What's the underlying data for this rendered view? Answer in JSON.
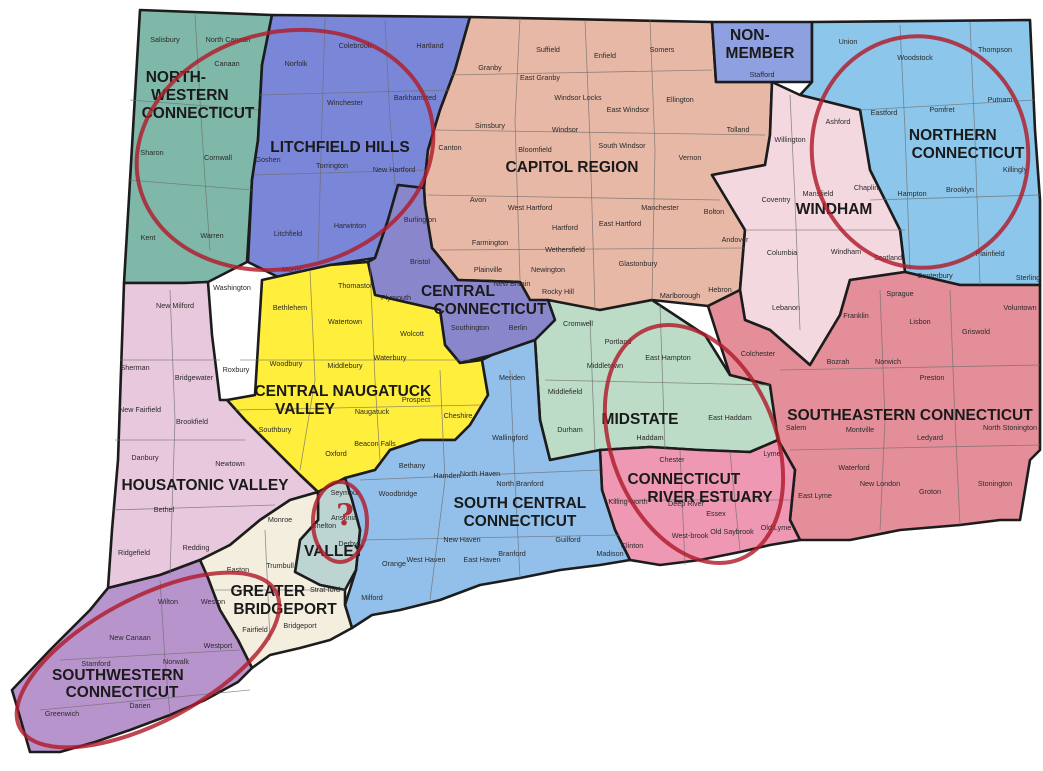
{
  "regions": {
    "northwestern": {
      "label_lines": [
        "NORTH-",
        "WESTERN",
        "CONNECTICUT"
      ],
      "color": "#7fb8a8"
    },
    "litchfield": {
      "label_lines": [
        "LITCHFIELD HILLS"
      ],
      "color": "#7a86d8"
    },
    "capitol": {
      "label_lines": [
        "CAPITOL REGION"
      ],
      "color": "#e8b8a6"
    },
    "nonmember": {
      "label_lines": [
        "NON-",
        "MEMBER"
      ],
      "color": "#8ea0e0"
    },
    "windham": {
      "label_lines": [
        "WINDHAM"
      ],
      "color": "#f4d8e0"
    },
    "northern": {
      "label_lines": [
        "NORTHERN",
        "CONNECTICUT"
      ],
      "color": "#8cc6ea"
    },
    "central": {
      "label_lines": [
        "CENTRAL",
        "CONNECTICUT"
      ],
      "color": "#8a86cc"
    },
    "naugatuck": {
      "label_lines": [
        "CENTRAL NAUGATUCK",
        "VALLEY"
      ],
      "color": "#ffee3c"
    },
    "housatonic": {
      "label_lines": [
        "HOUSATONIC VALLEY"
      ],
      "color": "#e8c8dc"
    },
    "midstate": {
      "label_lines": [
        "MIDSTATE"
      ],
      "color": "#bcdcc8"
    },
    "southeastern": {
      "label_lines": [
        "SOUTHEASTERN CONNECTICUT"
      ],
      "color": "#e38e98"
    },
    "estuary": {
      "label_lines": [
        "CONNECTICUT",
        "RIVER ESTUARY"
      ],
      "color": "#ef98b4"
    },
    "southcentral": {
      "label_lines": [
        "SOUTH CENTRAL",
        "CONNECTICUT"
      ],
      "color": "#92c0ea"
    },
    "valley": {
      "label_lines": [
        "VALLEY"
      ],
      "color": "#bcd4d2"
    },
    "bridgeport": {
      "label_lines": [
        "GREATER",
        "BRIDGEPORT"
      ],
      "color": "#f3eedd"
    },
    "southwestern": {
      "label_lines": [
        "SOUTHWESTERN",
        "CONNECTICUT"
      ],
      "color": "#b894cc"
    }
  },
  "towns": {
    "salisbury": "Salisbury",
    "north_canaan": "North Canaan",
    "canaan": "Canaan",
    "sharon": "Sharon",
    "cornwall": "Cornwall",
    "kent": "Kent",
    "warren": "Warren",
    "washington": "Washington",
    "roxbury": "Roxbury",
    "colebrook": "Colebrook",
    "hartland": "Hartland",
    "norfolk": "Norfolk",
    "winchester": "Winchester",
    "barkhamsted": "Barkhamsted",
    "goshen": "Goshen",
    "torrington": "Torrington",
    "new_hartford": "New Hartford",
    "litchfield": "Litchfield",
    "harwinton": "Harwinton",
    "morris": "Morris",
    "suffield": "Suffield",
    "enfield": "Enfield",
    "somers": "Somers",
    "granby": "Granby",
    "east_granby": "East Granby",
    "windsor_locks": "Windsor Locks",
    "east_windsor": "East Windsor",
    "ellington": "Ellington",
    "simsbury": "Simsbury",
    "windsor": "Windsor",
    "bloomfield": "Bloomfield",
    "south_windsor": "South Windsor",
    "tolland": "Tolland",
    "canton": "Canton",
    "vernon": "Vernon",
    "avon": "Avon",
    "west_hartford": "West Hartford",
    "manchester": "Manchester",
    "bolton": "Bolton",
    "farmington": "Farmington",
    "hartford": "Hartford",
    "east_hartford": "East Hartford",
    "andover": "Andover",
    "wethersfield": "Wethersfield",
    "glastonbury": "Glastonbury",
    "newington": "Newington",
    "rocky_hill": "Rocky Hill",
    "marlborough": "Marlborough",
    "hebron": "Hebron",
    "stafford": "Stafford",
    "union": "Union",
    "woodstock": "Woodstock",
    "thompson": "Thompson",
    "putnam": "Putnam",
    "pomfret": "Pomfret",
    "eastford": "Eastford",
    "killingly": "Killingly",
    "brooklyn": "Brooklyn",
    "plainfield": "Plainfield",
    "sterling": "Sterling",
    "canterbury": "Canterbury",
    "willington": "Willington",
    "ashford": "Ashford",
    "mansfield": "Mansfield",
    "chaplin": "Chaplin",
    "hampton": "Hampton",
    "coventry": "Coventry",
    "columbia": "Columbia",
    "windham": "Windham",
    "scotland": "Scotland",
    "lebanon": "Lebanon",
    "burlington": "Burlington",
    "bristol": "Bristol",
    "plainville": "Plainville",
    "new_britain": "New Britain",
    "plymouth": "Plymouth",
    "southington": "Southington",
    "berlin": "Berlin",
    "thomaston": "Thomaston",
    "bethlehem": "Bethlehem",
    "watertown": "Watertown",
    "wolcott": "Wolcott",
    "woodbury": "Woodbury",
    "middlebury": "Middlebury",
    "waterbury": "Waterbury",
    "naugatuck": "Naugatuck",
    "prospect": "Prospect",
    "cheshire": "Cheshire",
    "southbury": "Southbury",
    "oxford": "Oxford",
    "beacon_falls": "Beacon Falls",
    "new_milford": "New Milford",
    "sherman": "Sherman",
    "bridgewater": "Bridgewater",
    "new_fairfield": "New Fairfield",
    "brookfield": "Brookfield",
    "danbury": "Danbury",
    "newtown": "Newtown",
    "bethel": "Bethel",
    "redding": "Redding",
    "ridgefield": "Ridgefield",
    "cromwell": "Cromwell",
    "portland": "Portland",
    "east_hampton": "East Hampton",
    "middletown": "Middletown",
    "middlefield": "Middlefield",
    "durham": "Durham",
    "haddam": "Haddam",
    "east_haddam": "East Haddam",
    "sprague": "Sprague",
    "voluntown": "Voluntown",
    "franklin": "Franklin",
    "lisbon": "Lisbon",
    "griswold": "Griswold",
    "colchester": "Colchester",
    "bozrah": "Bozrah",
    "norwich": "Norwich",
    "preston": "Preston",
    "salem": "Salem",
    "montville": "Montville",
    "ledyard": "Ledyard",
    "north_stonington": "North Stonington",
    "waterford": "Waterford",
    "new_london": "New London",
    "groton": "Groton",
    "stonington": "Stonington",
    "east_lyme": "East Lyme",
    "lyme": "Lyme",
    "chester": "Chester",
    "deep_river": "Deep River",
    "killingworth": "Killing-worth",
    "essex": "Essex",
    "clinton": "Clinton",
    "westbrook": "West-brook",
    "old_saybrook": "Old Saybrook",
    "old_lyme": "Old Lyme",
    "meriden": "Meriden",
    "wallingford": "Wallingford",
    "bethany": "Bethany",
    "hamden": "Hamden",
    "north_haven": "North Haven",
    "woodbridge": "Woodbridge",
    "north_branford": "North Branford",
    "orange": "Orange",
    "west_haven": "West Haven",
    "new_haven": "New Haven",
    "east_haven": "East Haven",
    "branford": "Branford",
    "guilford": "Guilford",
    "madison": "Madison",
    "milford": "Milford",
    "seymour": "Seymour",
    "ansonia": "Ansonia",
    "derby": "Derby",
    "shelton": "Shelton",
    "monroe": "Monroe",
    "easton": "Easton",
    "trumbull": "Trumbull",
    "stratford": "Strat-ford",
    "fairfield": "Fairfield",
    "bridgeport": "Bridgeport",
    "wilton": "Wilton",
    "weston": "Weston",
    "new_canaan": "New Canaan",
    "westport": "Westport",
    "norwalk": "Norwalk",
    "stamford": "Stamford",
    "darien": "Darien",
    "greenwich": "Greenwich"
  },
  "annotations": {
    "question_mark": "?"
  }
}
